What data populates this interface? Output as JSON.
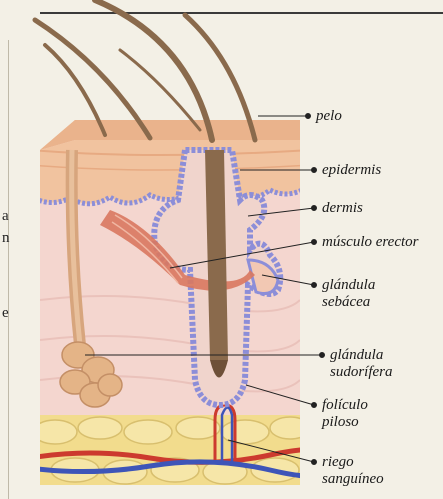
{
  "labels": {
    "pelo": "pelo",
    "epidermis": "epidermis",
    "dermis": "dermis",
    "musculo": "músculo erector",
    "glandula_sebacea_1": "glándula",
    "glandula_sebacea_2": "sebácea",
    "glandula_sudorifera_1": "glándula",
    "glandula_sudorifera_2": "sudorífera",
    "foliculo_1": "folículo",
    "foliculo_2": "piloso",
    "riego_1": "riego",
    "riego_2": "sanguíneo"
  },
  "cut_text": {
    "a": "a",
    "n": "n",
    "e": "e"
  },
  "colors": {
    "epidermis": "#f0c9a6",
    "dermis": "#f3d7cf",
    "fat": "#f2dc8d",
    "hair": "#8a6a4c",
    "muscle": "#d9785f",
    "gland_border": "#8c8ed8",
    "artery": "#cc3a2e",
    "vein": "#3e55b8"
  }
}
